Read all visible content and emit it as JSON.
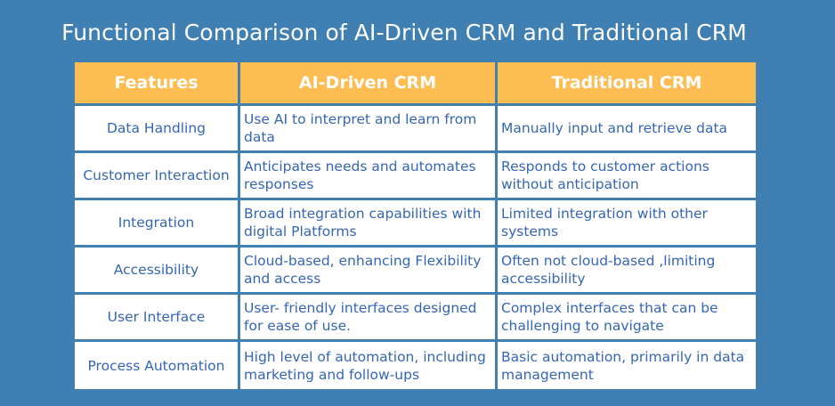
{
  "title": "Functional Comparison of AI-Driven CRM and Traditional CRM",
  "colors": {
    "background": "#3f7fb2",
    "header_fill": "#fdbd52",
    "header_text": "#ffffff",
    "cell_fill": "#ffffff",
    "cell_text": "#3566b5"
  },
  "table": {
    "headers": [
      "Features",
      "AI-Driven CRM",
      "Traditional CRM"
    ],
    "rows": [
      [
        "Data Handling",
        "Use AI to interpret and learn from data",
        "Manually input and retrieve data"
      ],
      [
        "Customer Interaction",
        "Anticipates needs and automates responses",
        "Responds to customer actions without anticipation"
      ],
      [
        "Integration",
        "Broad integration capabilities with digital Platforms",
        "Limited integration with other systems"
      ],
      [
        "Accessibility",
        "Cloud-based, enhancing Flexibility and access",
        "Often not cloud-based ,limiting accessibility"
      ],
      [
        "User Interface",
        "User- friendly interfaces designed for ease of use.",
        "Complex interfaces that can be challenging to navigate"
      ],
      [
        "Process Automation",
        "High level of automation, including marketing and follow-ups",
        "Basic automation, primarily in data management"
      ]
    ]
  }
}
